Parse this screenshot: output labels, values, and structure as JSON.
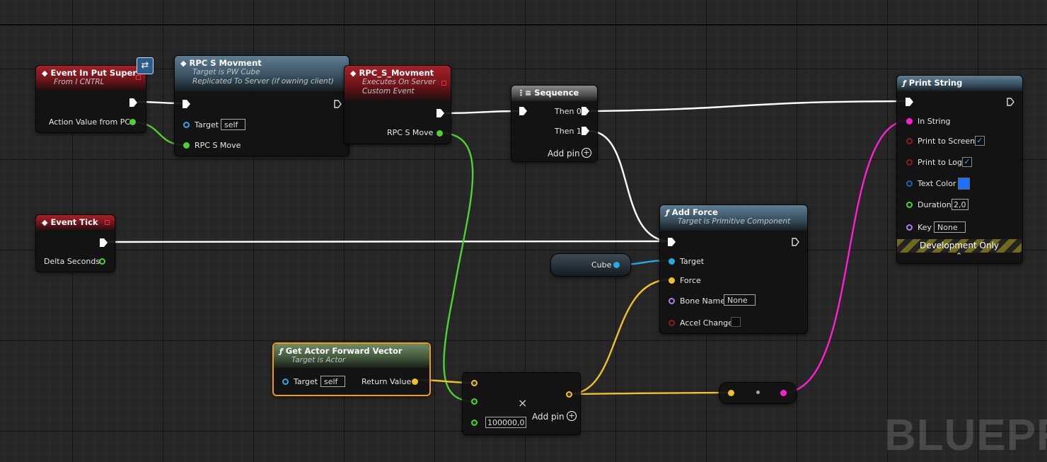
{
  "canvas": {
    "watermark": "BLUEPRINT",
    "wire_colors": {
      "exec": "#ffffff",
      "bool": "#4fd12f",
      "vector": "#f2c129",
      "object": "#27a9e6",
      "string": "#ff1fd1"
    }
  },
  "nodes": {
    "event_input": {
      "title": "Event In Put Super",
      "subtitle": "From I CNTRL",
      "pin_action": "Action Value from PC"
    },
    "rpc_call": {
      "title": "RPC S Movment",
      "sub1": "Target is PW Cube",
      "sub2": "Replicated To Server (if owning client)",
      "pin_target": "Target",
      "target_value": "self",
      "pin_move": "RPC S Move"
    },
    "rpc_event": {
      "title": "RPC_S_Movment",
      "sub1": "Executes On Server",
      "sub2": "Custom Event",
      "pin_move": "RPC S Move"
    },
    "sequence": {
      "title": "Sequence",
      "then0": "Then 0",
      "then1": "Then 1",
      "add_pin": "Add pin"
    },
    "print_string": {
      "title": "Print String",
      "in_string": "In String",
      "print_screen": "Print to Screen",
      "print_log": "Print to Log",
      "text_color": "Text Color",
      "text_color_value": "#1f6fff",
      "duration": "Duration",
      "duration_value": "2,0",
      "key": "Key",
      "key_value": "None",
      "dev_only": "Development Only"
    },
    "event_tick": {
      "title": "Event Tick",
      "pin_delta": "Delta Seconds"
    },
    "add_force": {
      "title": "Add Force",
      "subtitle": "Target is Primitive Component",
      "target": "Target",
      "force": "Force",
      "bone_name": "Bone Name",
      "bone_value": "None",
      "accel": "Accel Change"
    },
    "cube": {
      "label": "Cube"
    },
    "forward_vector": {
      "title": "Get Actor Forward Vector",
      "subtitle": "Target is Actor",
      "target": "Target",
      "target_value": "self",
      "return": "Return Value"
    },
    "multiply": {
      "symbol": "×",
      "value": "100000,0",
      "add_pin": "Add pin"
    }
  }
}
